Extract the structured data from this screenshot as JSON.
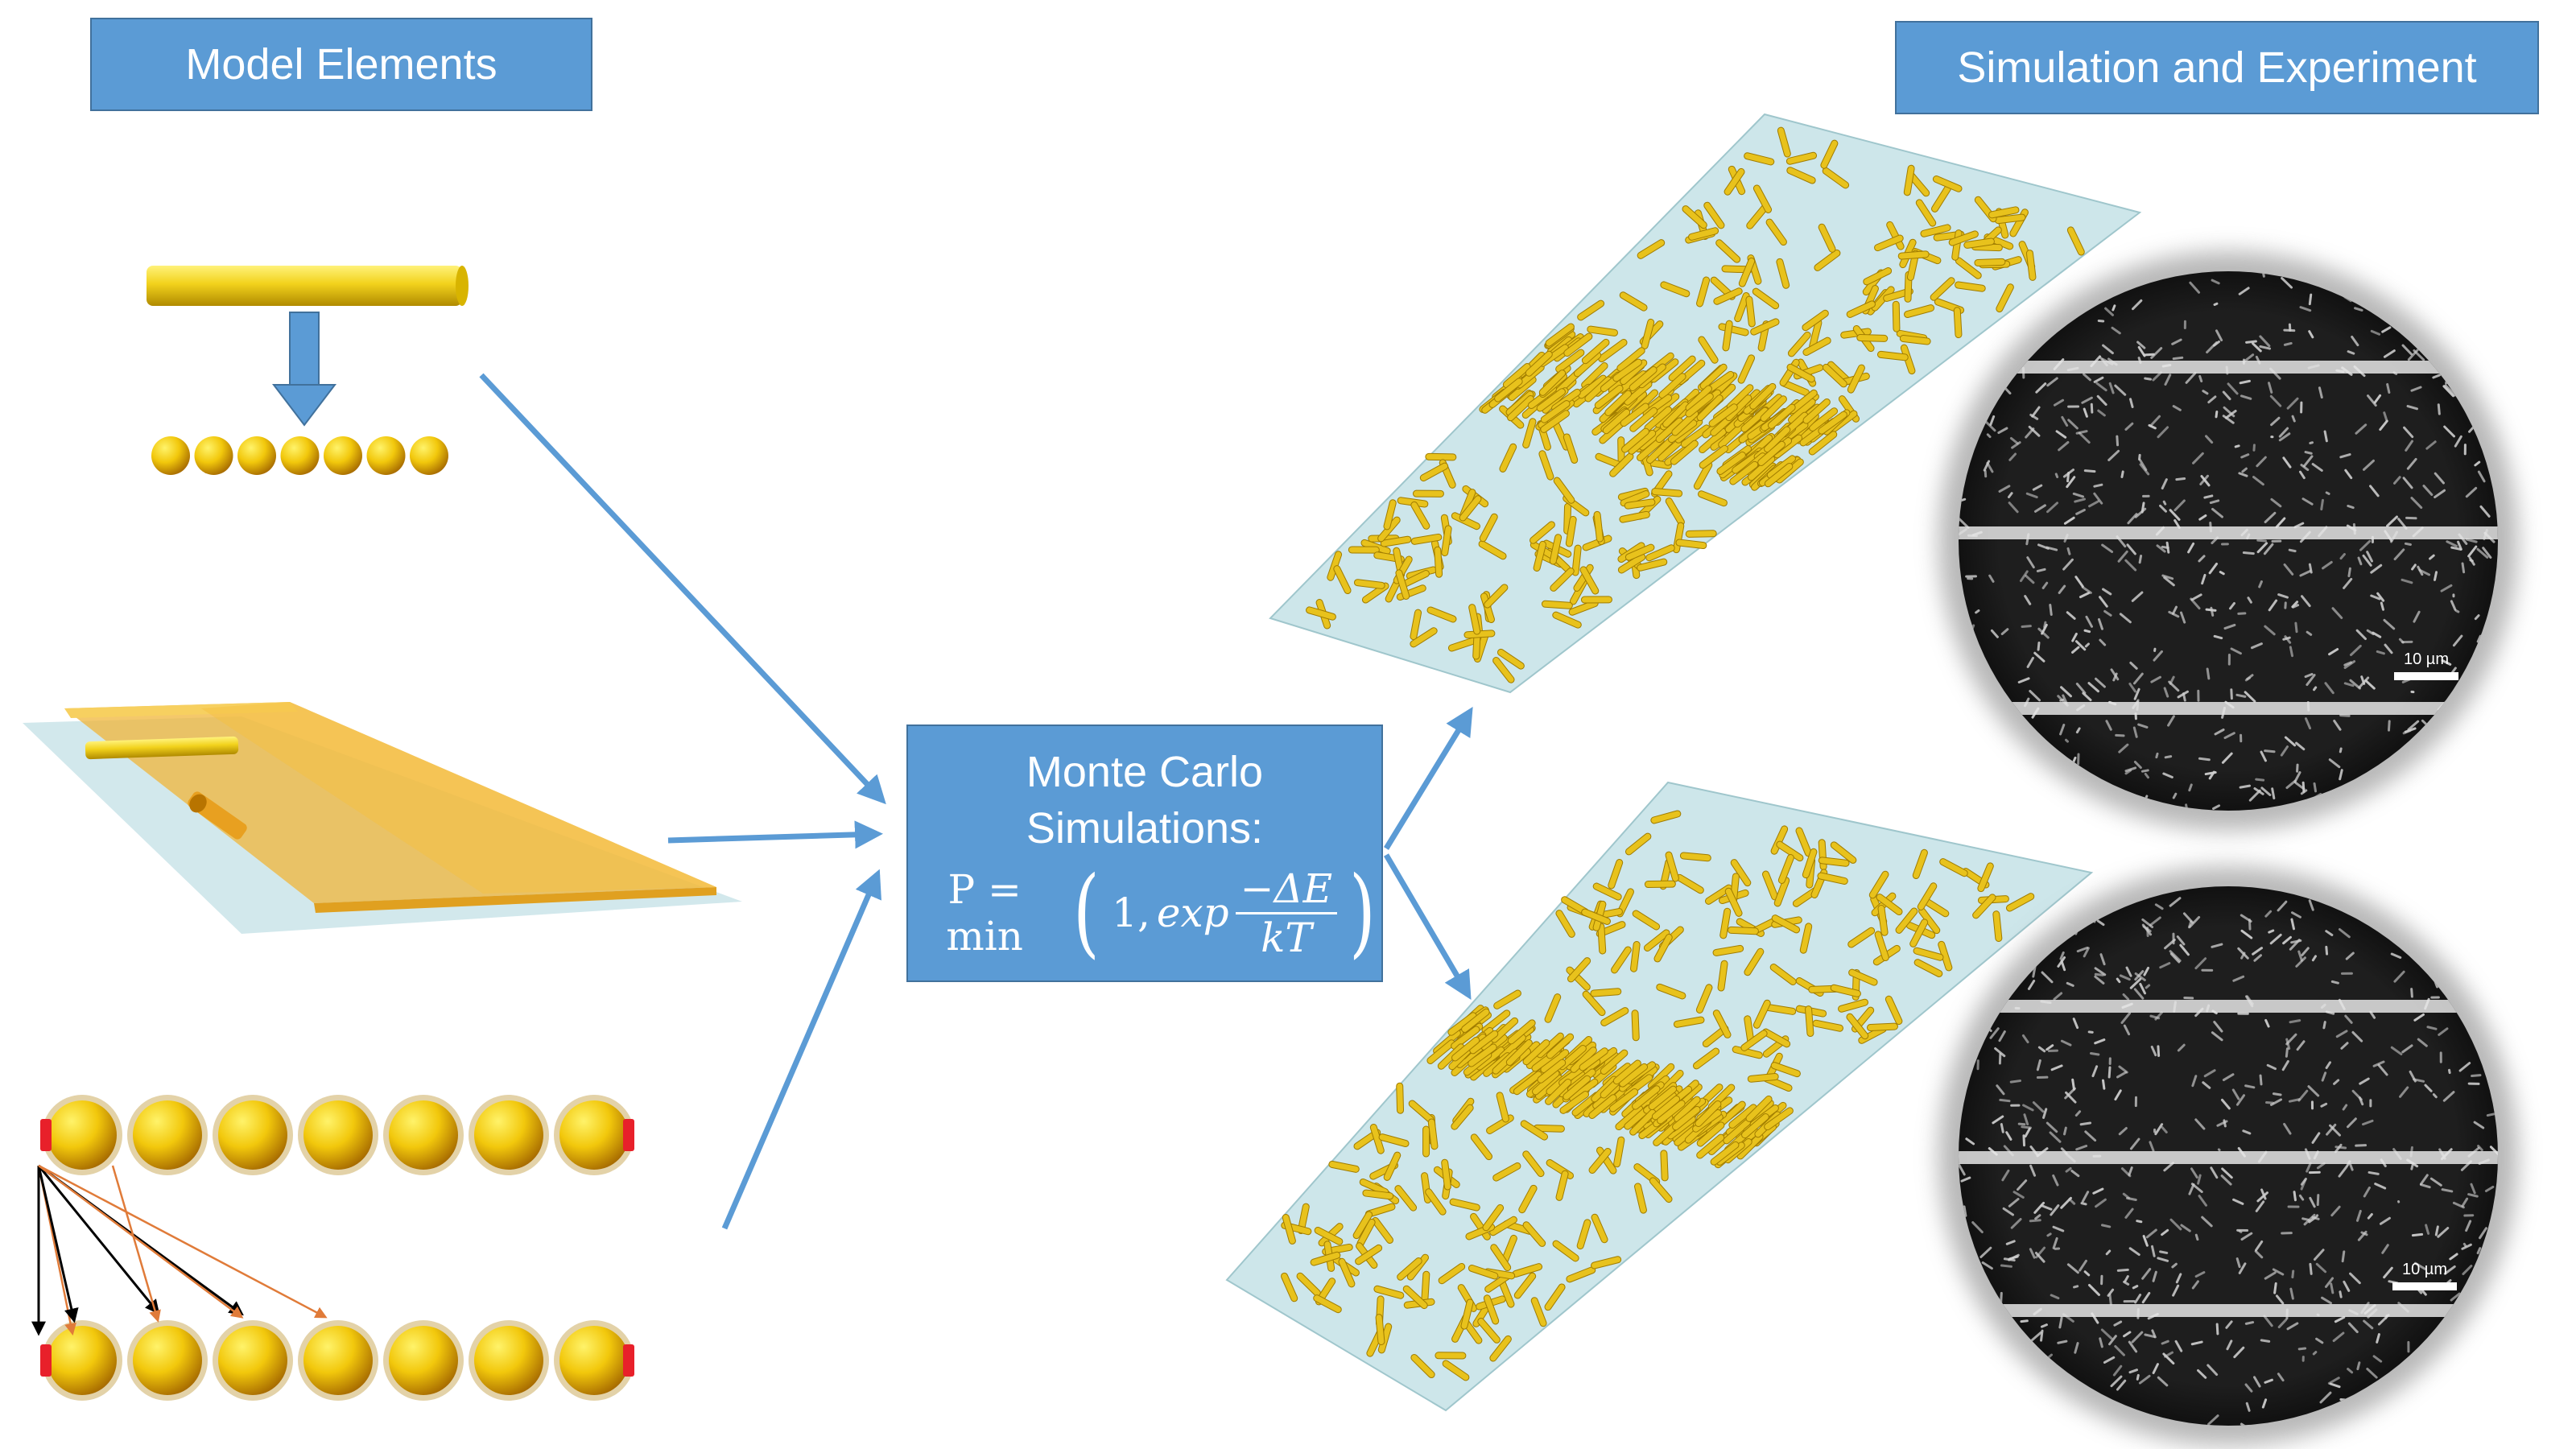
{
  "headers": {
    "left": "Model Elements",
    "right": "Simulation and Experiment"
  },
  "monte_carlo": {
    "line1": "Monte Carlo",
    "line2": "Simulations:",
    "eq_lhs": "P = min",
    "eq_one": "1,",
    "eq_exp": "exp",
    "eq_num": "−ΔE",
    "eq_den": "kT"
  },
  "scale_bars": {
    "top": "10 µm",
    "bottom": "10 µm"
  },
  "colors": {
    "box_fill": "#5b9bd5",
    "box_border": "#41719c",
    "arrow": "#5b9bd5",
    "rod_gold": "#e8c21c",
    "substrate": "#cde6ea",
    "cap_red": "#e8202a"
  }
}
